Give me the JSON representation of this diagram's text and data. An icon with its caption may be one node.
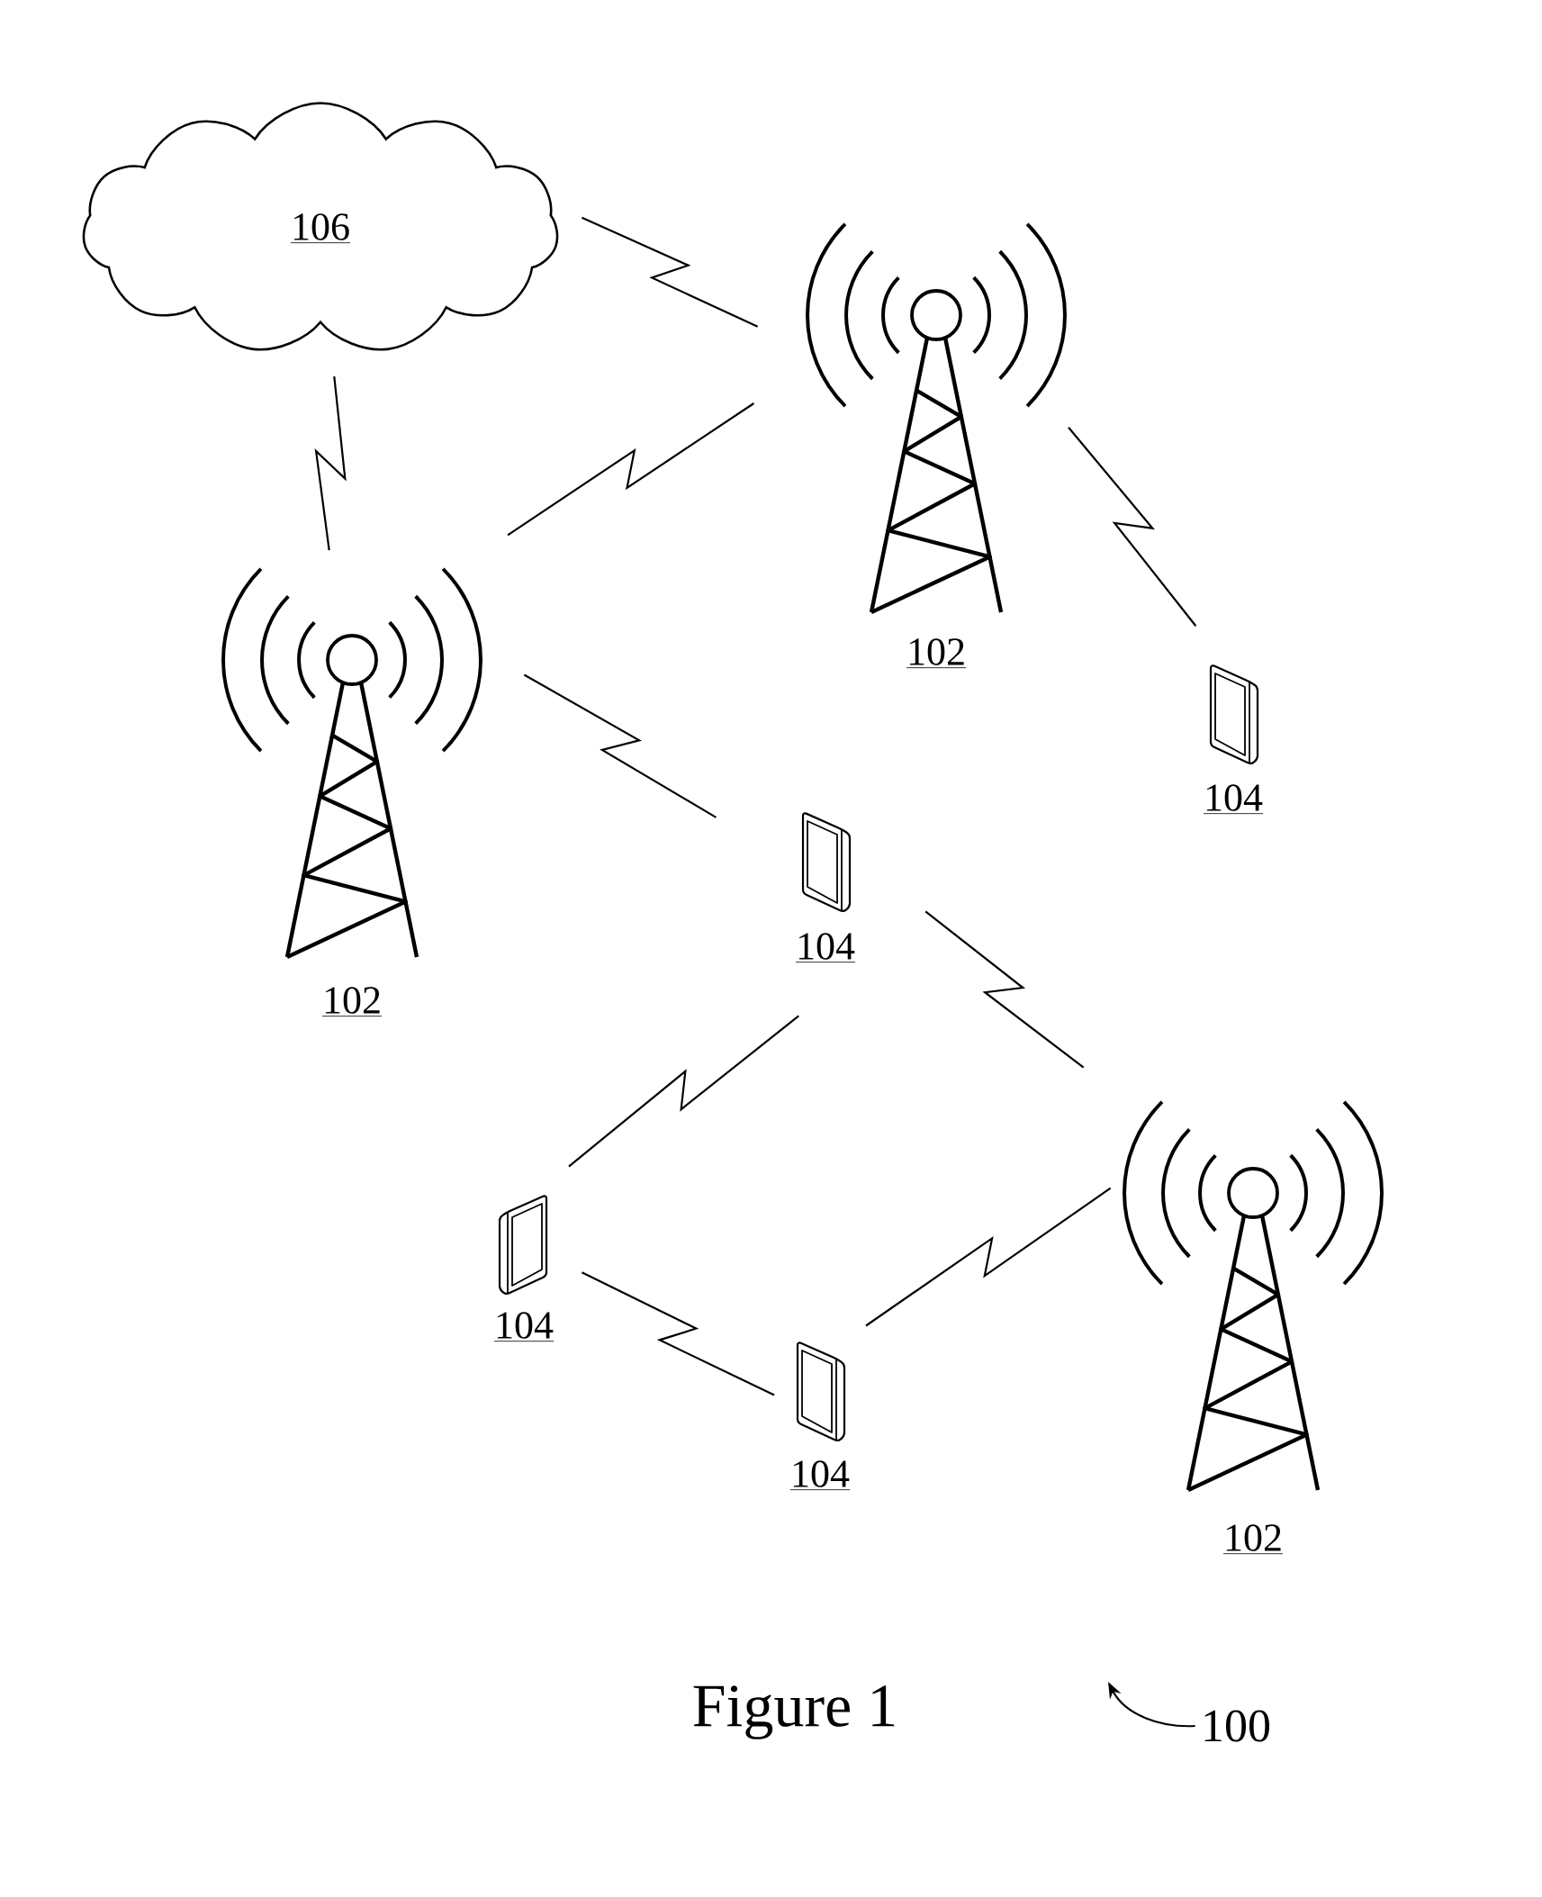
{
  "diagram": {
    "caption": "Figure 1",
    "nodes": [
      {
        "text": [
          "106"
        ]
      },
      {
        "text": [
          "102"
        ]
      },
      {
        "text": [
          "102"
        ]
      },
      {
        "text": [
          "104"
        ]
      },
      {
        "text": [
          "104"
        ]
      },
      {
        "text": [
          "102"
        ]
      },
      {
        "text": [
          "104"
        ]
      },
      {
        "text": [
          "104"
        ]
      },
      {
        "text": [
          "100"
        ]
      }
    ],
    "edges": [
      {
        "from": 0,
        "to": 1,
        "arrow": "none"
      },
      {
        "from": 0,
        "to": 2,
        "arrow": "none"
      },
      {
        "from": 2,
        "to": 1,
        "arrow": "none"
      },
      {
        "from": 1,
        "to": 3,
        "arrow": "none"
      },
      {
        "from": 2,
        "to": 4,
        "arrow": "none"
      },
      {
        "from": 4,
        "to": 5,
        "arrow": "none"
      },
      {
        "from": 4,
        "to": 6,
        "arrow": "none"
      },
      {
        "from": 6,
        "to": 7,
        "arrow": "none"
      },
      {
        "from": 7,
        "to": 5,
        "arrow": "none"
      },
      {
        "from": 8,
        "to": null,
        "arrow": "to"
      }
    ]
  }
}
